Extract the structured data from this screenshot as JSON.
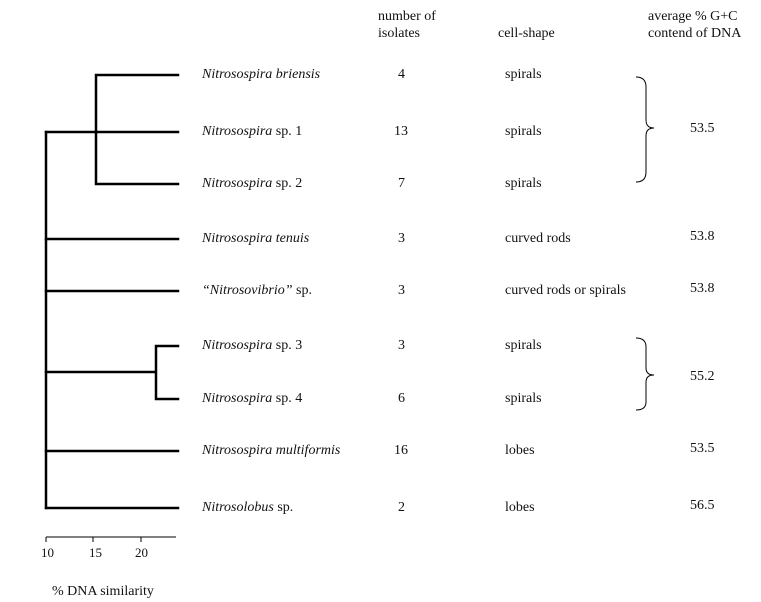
{
  "headers": {
    "isolates": [
      "number of",
      "isolates"
    ],
    "shape": "cell-shape",
    "gc": [
      "average % G+C",
      "contend of DNA"
    ]
  },
  "rows": [
    {
      "name_italic": "Nitrosospira briensis",
      "name_rest": "",
      "isolates": "4",
      "shape": "spirals"
    },
    {
      "name_italic": "Nitrosospira",
      "name_rest": " sp. 1",
      "isolates": "13",
      "shape": "spirals"
    },
    {
      "name_italic": "Nitrosospira",
      "name_rest": " sp. 2",
      "isolates": "7",
      "shape": "spirals"
    },
    {
      "name_italic": "Nitrosospira tenuis",
      "name_rest": "",
      "isolates": "3",
      "shape": "curved rods"
    },
    {
      "name_italic": "“Nitrosovibrio”",
      "name_rest": " sp.",
      "isolates": "3",
      "shape": "curved rods or spirals"
    },
    {
      "name_italic": "Nitrosospira",
      "name_rest": " sp. 3",
      "isolates": "3",
      "shape": "spirals"
    },
    {
      "name_italic": "Nitrosospira",
      "name_rest": " sp. 4",
      "isolates": "6",
      "shape": "spirals"
    },
    {
      "name_italic": "Nitrosospira multiformis",
      "name_rest": "",
      "isolates": "16",
      "shape": "lobes"
    },
    {
      "name_italic": "Nitrosolobus",
      "name_rest": " sp.",
      "isolates": "2",
      "shape": "lobes"
    }
  ],
  "gc_values": {
    "group_1_3": "53.5",
    "row_4": "53.8",
    "row_5": "53.8",
    "group_6_7": "55.2",
    "row_8": "53.5",
    "row_9": "56.5"
  },
  "axis": {
    "ticks": [
      "10",
      "15",
      "20"
    ],
    "label": "% DNA similarity"
  }
}
